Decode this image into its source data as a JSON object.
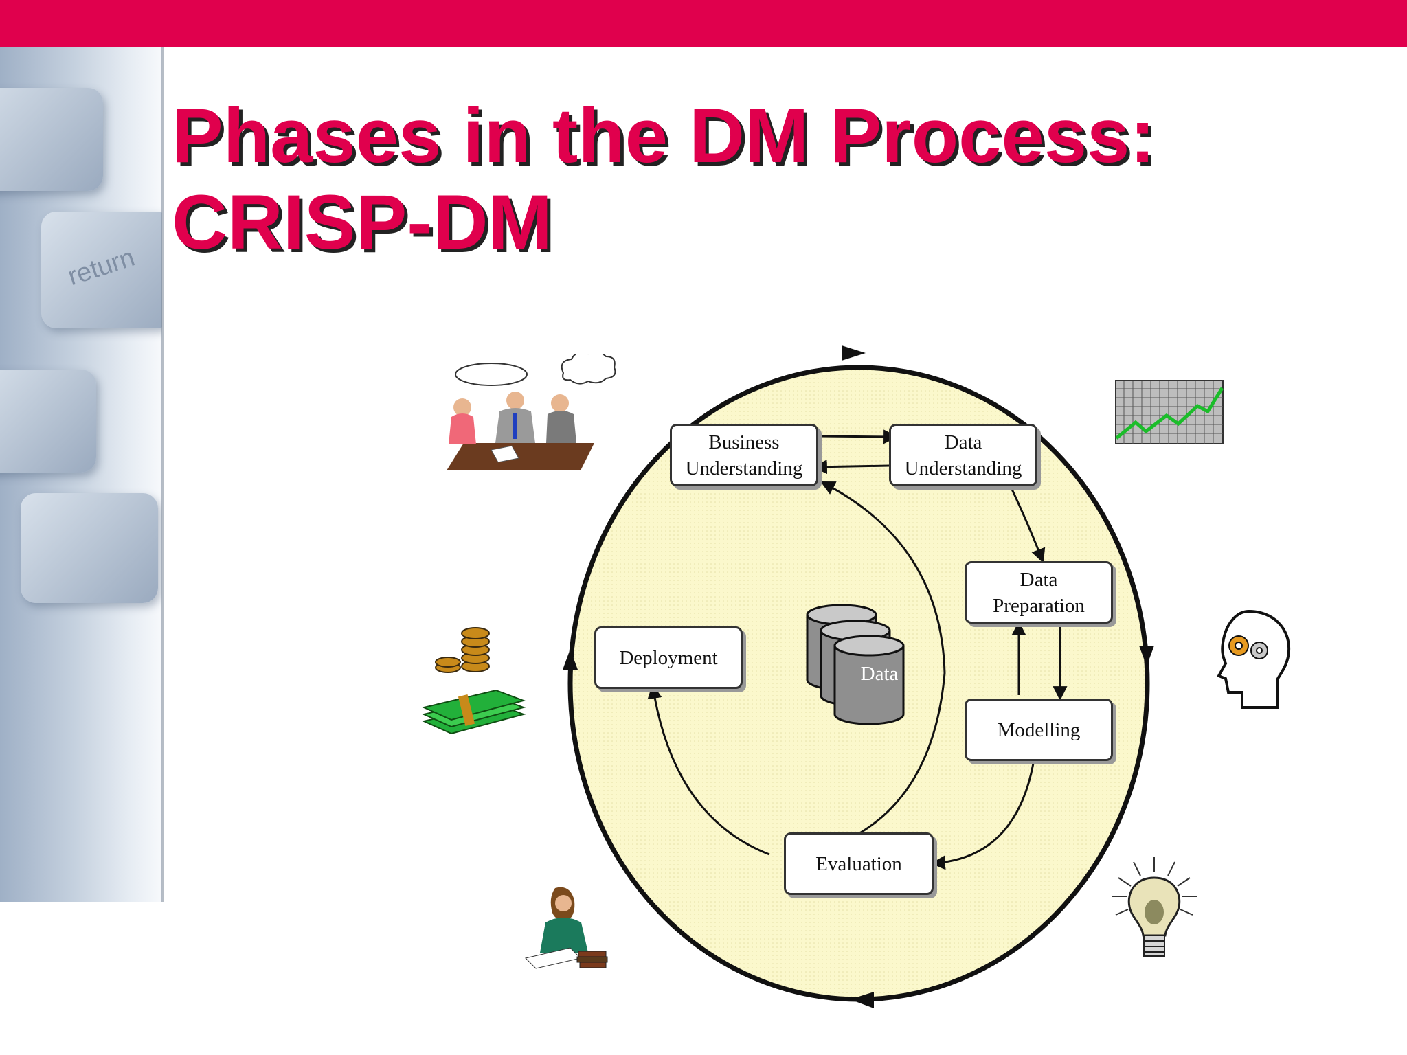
{
  "slide": {
    "title_line1": "Phases in the DM Process:",
    "title_line2": "CRISP-DM",
    "background_key_label": "return",
    "colors": {
      "accent": "#e0004d",
      "cycle_fill": "#fbf8cc"
    }
  },
  "diagram": {
    "phases": {
      "business_understanding": [
        "Business",
        "Understanding"
      ],
      "data_understanding": [
        "Data",
        "Understanding"
      ],
      "data_preparation": [
        "Data",
        "Preparation"
      ],
      "modelling": "Modelling",
      "evaluation": "Evaluation",
      "deployment": "Deployment"
    },
    "data_store_label": "Data"
  },
  "clipart": [
    "meeting-clipart",
    "growth-chart-clipart",
    "money-clipart",
    "head-gears-clipart",
    "writing-person-clipart",
    "light-bulb-clipart"
  ]
}
